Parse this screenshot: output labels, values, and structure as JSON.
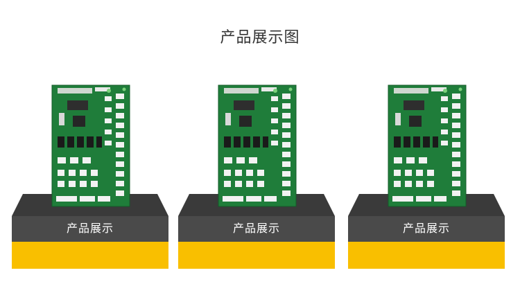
{
  "page": {
    "title": "产品展示图",
    "background": "#ffffff"
  },
  "colors": {
    "pedestal_top": "#3a3a3a",
    "pedestal_front": "#4a4a4a",
    "pedestal_base": "#f9bf00",
    "pcb_green": "#1f7d3a",
    "pcb_dark": "#145a28",
    "connector_white": "#f2f2f2",
    "relay_black": "#1a1a1a",
    "label_text": "#ffffff"
  },
  "products": [
    {
      "label": "产品展示",
      "image": "green-pcb-board"
    },
    {
      "label": "产品展示",
      "image": "green-pcb-board"
    },
    {
      "label": "产品展示",
      "image": "green-pcb-board"
    }
  ]
}
